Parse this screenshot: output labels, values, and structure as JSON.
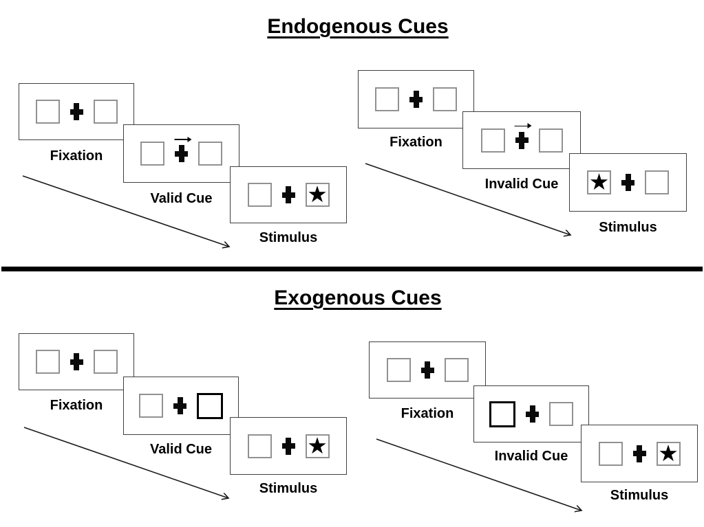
{
  "page": {
    "background": "#ffffff"
  },
  "colors": {
    "panel_border": "#3f3f3f",
    "placeholder_box_border": "#919191",
    "cue_box_border": "#000000",
    "symbol_color": "#000000",
    "arrow_color": "#1a1a1a",
    "divider_color": "#000000"
  },
  "icons": {
    "star": "★",
    "cue_arrow": "right-arrow",
    "fixation_cross": "plus-cross"
  },
  "sections": [
    {
      "title": "Endogenous Cues",
      "sequences": [
        {
          "name": "valid-trial",
          "panels": [
            {
              "label": "Fixation",
              "left_box": "empty",
              "right_box": "empty",
              "cue": "none"
            },
            {
              "label": "Valid Cue",
              "left_box": "empty",
              "right_box": "empty",
              "cue": "central-arrow-pointing-right"
            },
            {
              "label": "Stimulus",
              "left_box": "empty",
              "right_box": "star",
              "cue": "none"
            }
          ]
        },
        {
          "name": "invalid-trial",
          "panels": [
            {
              "label": "Fixation",
              "left_box": "empty",
              "right_box": "empty",
              "cue": "none"
            },
            {
              "label": "Invalid Cue",
              "left_box": "empty",
              "right_box": "empty",
              "cue": "central-arrow-pointing-right"
            },
            {
              "label": "Stimulus",
              "left_box": "star",
              "right_box": "empty",
              "cue": "none"
            }
          ]
        }
      ]
    },
    {
      "title": "Exogenous Cues",
      "sequences": [
        {
          "name": "valid-trial",
          "panels": [
            {
              "label": "Fixation",
              "left_box": "empty",
              "right_box": "empty",
              "cue": "none"
            },
            {
              "label": "Valid Cue",
              "left_box": "empty",
              "right_box": "bold-outline-box",
              "cue": "peripheral-bold-box-right"
            },
            {
              "label": "Stimulus",
              "left_box": "empty",
              "right_box": "star",
              "cue": "none"
            }
          ]
        },
        {
          "name": "invalid-trial",
          "panels": [
            {
              "label": "Fixation",
              "left_box": "empty",
              "right_box": "empty",
              "cue": "none"
            },
            {
              "label": "Invalid Cue",
              "left_box": "bold-outline-box",
              "right_box": "empty",
              "cue": "peripheral-bold-box-left"
            },
            {
              "label": "Stimulus",
              "left_box": "empty",
              "right_box": "star",
              "cue": "none"
            }
          ]
        }
      ]
    }
  ]
}
